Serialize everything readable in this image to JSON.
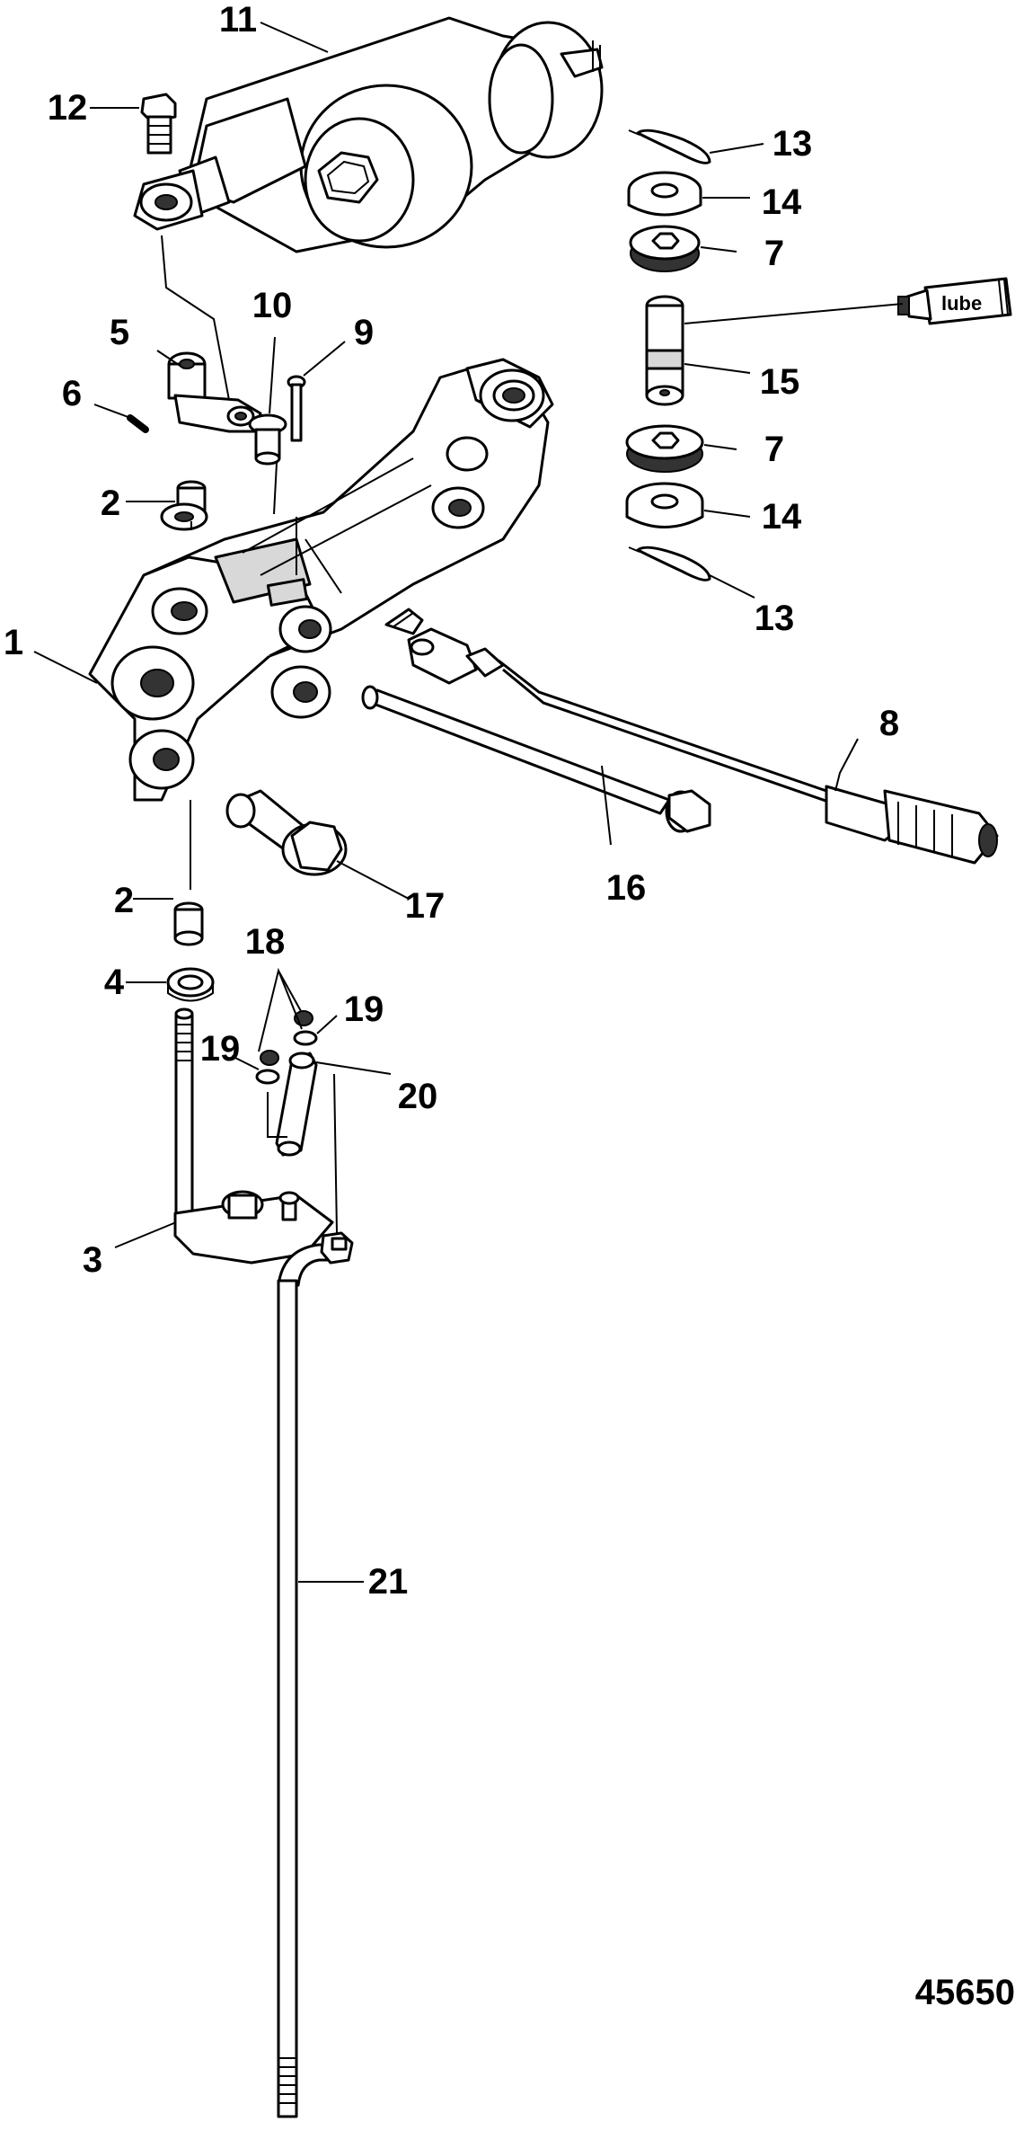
{
  "figure_id": "45650",
  "lube_label": "lube",
  "callouts": {
    "c1": "1",
    "c2a": "2",
    "c2b": "2",
    "c3": "3",
    "c4": "4",
    "c5": "5",
    "c6": "6",
    "c7a": "7",
    "c7b": "7",
    "c8": "8",
    "c9": "9",
    "c10": "10",
    "c11": "11",
    "c12": "12",
    "c13a": "13",
    "c13b": "13",
    "c14a": "14",
    "c14b": "14",
    "c15": "15",
    "c16": "16",
    "c17": "17",
    "c18": "18",
    "c19a": "19",
    "c19b": "19",
    "c20": "20",
    "c21": "21"
  }
}
